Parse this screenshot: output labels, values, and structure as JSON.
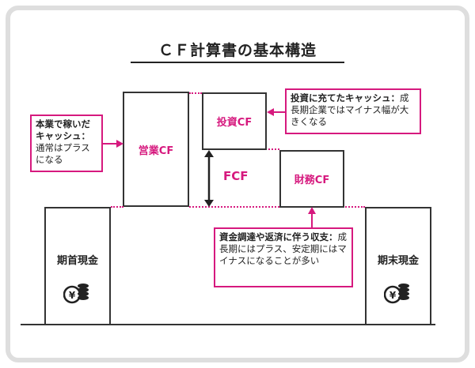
{
  "title": "ＣＦ計算書の基本構造",
  "boxes": {
    "opening": "期首現金",
    "operating": "営業CF",
    "investing": "投資CF",
    "financing": "財務CF",
    "closing": "期末現金"
  },
  "fcf": "FCF",
  "notes": {
    "operating_bold": "本業で稼いだキャッシュ：",
    "operating_rest": "通常はプラスになる",
    "investing_bold": "投資に充てたキャッシュ：",
    "investing_rest": "成長期企業ではマイナス幅が大きくなる",
    "financing_bold": "資金調達や返済に伴う収支：",
    "financing_rest": "成長期にはプラス、安定期にはマイナスになることが多い"
  },
  "icons": {
    "coin": "yen-coin-stack-icon"
  },
  "colors": {
    "accent": "#d6197e",
    "border": "#333333"
  }
}
